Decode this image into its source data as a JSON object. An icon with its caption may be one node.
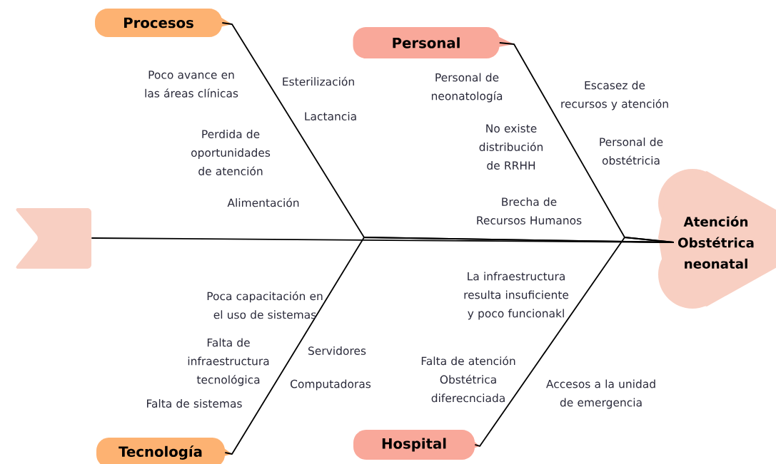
{
  "diagram": {
    "nodes": [
      {
        "text": [
          "Procesos"
        ]
      },
      {
        "text": [
          "Personal"
        ]
      },
      {
        "text": [
          "Tecnología"
        ]
      },
      {
        "text": [
          "Hospital"
        ]
      },
      {
        "text": [
          "Atención Obstétrica neonatal"
        ]
      },
      {
        "text": [],
        "shape": "flag"
      }
    ],
    "edges": [
      {
        "from": 5,
        "to": 4,
        "arrow": "none"
      },
      {
        "from": 0,
        "to": 4,
        "arrow": "none"
      },
      {
        "from": 1,
        "to": 4,
        "arrow": "none"
      },
      {
        "from": 2,
        "to": 4,
        "arrow": "none"
      },
      {
        "from": 3,
        "to": 4,
        "arrow": "none"
      }
    ],
    "labels": [
      "Poco avance en las áreas clínicas",
      "Esterilización",
      "Lactancia",
      "Perdida de oportunidades de atención",
      "Alimentación",
      "Personal de neonatología",
      "Escasez  de recursos y atención",
      "No existe distribución de RRHH",
      "Personal de obstétricia",
      "Brecha de Recursos Humanos",
      "Poca capacitación en el uso de sistemas",
      "Servidores",
      "Falta de infraestructura tecnológica",
      "Computadoras",
      "Falta de sistemas",
      "La infraestructura resulta  insuficiente y poco funcionakl",
      "Falta de atención Obstétrica diferecnciada",
      "Accesos a la unidad de emergencia"
    ]
  }
}
